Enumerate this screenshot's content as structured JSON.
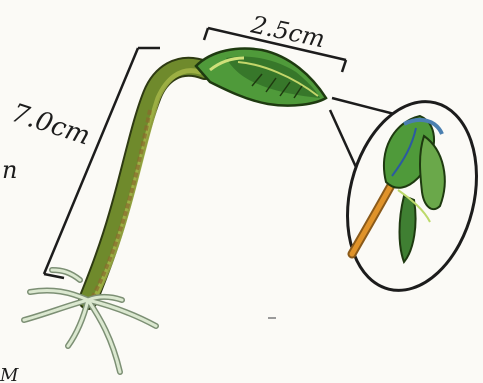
{
  "labels": {
    "width_measure": "2.5cm",
    "length_measure": "7.0cm",
    "edge_fragment_left": "n",
    "edge_fragment_bottom": "M"
  },
  "colors": {
    "ink": "#1c1c1c",
    "stem_green": "#6f8a2c",
    "stem_brown": "#8a6a2e",
    "leaf_green": "#4f9a3a",
    "leaf_dark": "#2f6b26",
    "root_pale": "#d9e6cf",
    "inset_blue": "#4a7fb0",
    "inset_orange": "#e0932a"
  }
}
